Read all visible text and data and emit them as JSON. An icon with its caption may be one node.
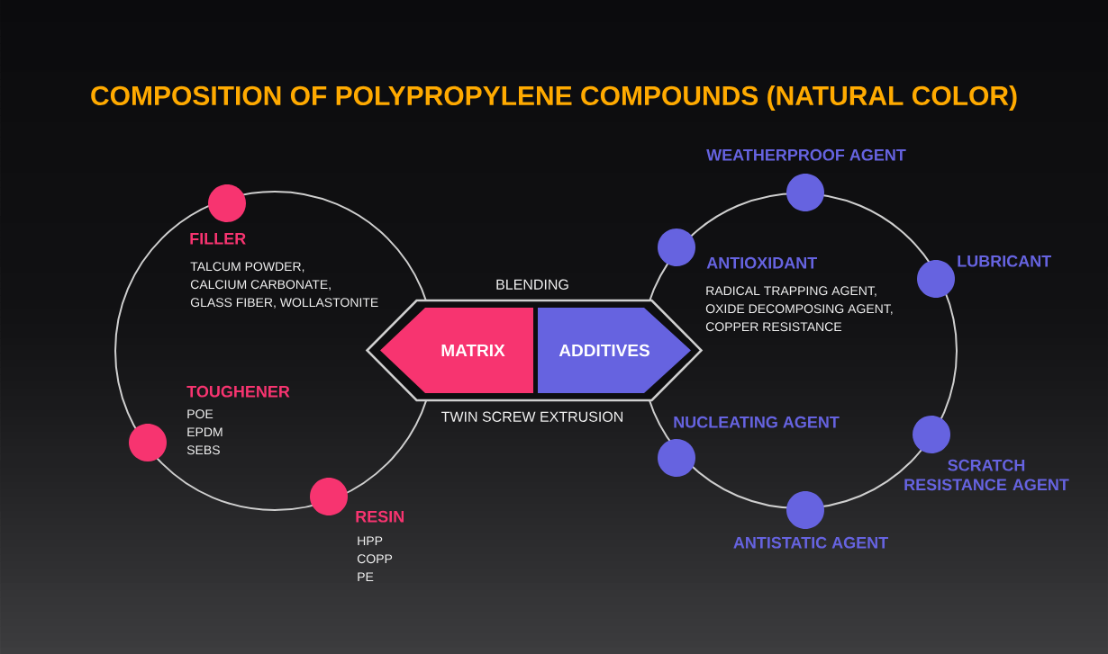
{
  "diagram": {
    "title": "COMPOSITION OF POLYPROPYLENE COMPOUNDS (NATURAL COLOR)",
    "nodes": [
      {
        "text": [],
        "shape": "hexagon",
        "beside": [
          "BLENDING",
          "TWIN SCREW EXTRUSION"
        ]
      },
      {
        "text": [
          "MATRIX"
        ],
        "in": 0
      },
      {
        "text": [
          "ADDITIVES"
        ],
        "in": 0
      },
      {
        "text": [],
        "shape": "circle",
        "beside": [
          "FILLER",
          "TALCUM POWDER,",
          "CALCIUM CARBONATE,",
          "GLASS FIBER, WOLLASTONITE"
        ]
      },
      {
        "text": [],
        "shape": "circle",
        "beside": [
          "TOUGHENER",
          "POE",
          "EPDM",
          "SEBS"
        ]
      },
      {
        "text": [],
        "shape": "circle",
        "beside": [
          "RESIN",
          "HPP",
          "COPP",
          "PE"
        ]
      },
      {
        "text": [],
        "shape": "circle",
        "beside": [
          "WEATHERPROOF AGENT"
        ]
      },
      {
        "text": [],
        "shape": "circle",
        "beside": [
          "ANTIOXIDANT",
          "RADICAL TRAPPING AGENT,",
          "OXIDE DECOMPOSING AGENT,",
          "COPPER RESISTANCE"
        ]
      },
      {
        "text": [],
        "shape": "circle",
        "beside": [
          "LUBRICANT"
        ]
      },
      {
        "text": [],
        "shape": "circle",
        "beside": [
          "SCRATCH RESISTANCE AGENT"
        ]
      },
      {
        "text": [],
        "shape": "circle",
        "beside": [
          "NUCLEATING AGENT"
        ]
      },
      {
        "text": [],
        "shape": "circle",
        "beside": [
          "ANTISTATIC AGENT"
        ]
      }
    ]
  }
}
